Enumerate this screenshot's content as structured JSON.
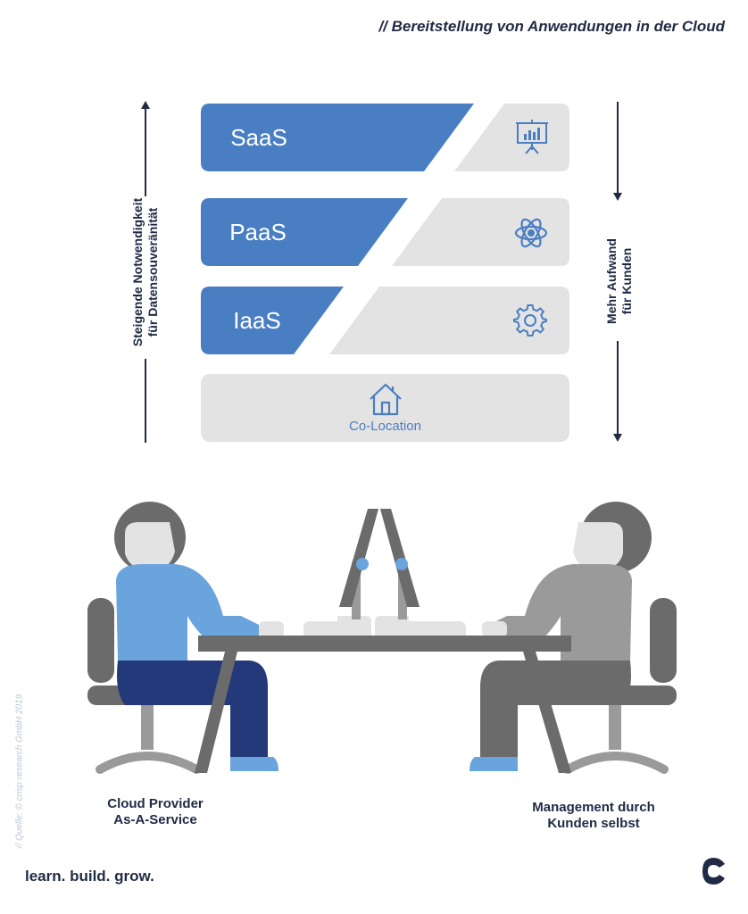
{
  "header": {
    "title": "// Bereitstellung von Anwendungen in der Cloud"
  },
  "layers": [
    {
      "label": "SaaS",
      "icon": "presentation-chart-icon"
    },
    {
      "label": "PaaS",
      "icon": "atom-icon"
    },
    {
      "label": "IaaS",
      "icon": "gear-icon"
    },
    {
      "label": "Co-Location",
      "icon": "house-icon"
    }
  ],
  "left_axis": {
    "line1": "Steigende Notwendigkeit",
    "line2": "für Datensouveränität"
  },
  "right_axis": {
    "line1": "Mehr Aufwand",
    "line2": "für Kunden"
  },
  "captions": {
    "left_line1": "Cloud Provider",
    "left_line2": "As-A-Service",
    "right_line1": "Management durch",
    "right_line2": "Kunden selbst"
  },
  "source": "// Quelle: © crisp research GmbH 2019",
  "footer": {
    "tagline": "learn. build. grow.",
    "logo_icon": "c-logo-icon"
  },
  "colors": {
    "blue": "#4a7ec2",
    "light_blue": "#6aa4dd",
    "navy": "#1f2a44",
    "grey_panel": "#e4e3e3",
    "grey_person": "#9a9a9a",
    "dark_grey": "#6b6b6b"
  }
}
